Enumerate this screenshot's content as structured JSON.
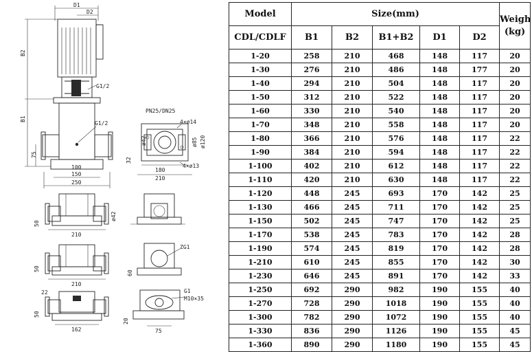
{
  "drawing_labels": {
    "d1": "D1",
    "d2": "D2",
    "b2": "B2",
    "b1": "B1",
    "g12_top": "G1/2",
    "g12_mid": "G1/2",
    "d75": "75",
    "d100": "100",
    "d150": "150",
    "d250": "250",
    "pn": "PN25/DN25",
    "holes14": "4×ø14",
    "holes13": "4×ø13",
    "phi42": "ø42",
    "phi85": "ø85",
    "phi120": "ø120",
    "d32": "32",
    "d180": "180",
    "d210a": "210",
    "s2_50": "50",
    "s2_210": "210",
    "s2_phi42": "ø42",
    "s3_50": "50",
    "s3_210": "210",
    "zg1": "ZG1",
    "s3_60": "60",
    "s4_22": "22",
    "s4_50": "50",
    "s4_162": "162",
    "g1": "G1",
    "m10": "M10×35",
    "s4_20": "20",
    "s4_75": "75"
  },
  "table": {
    "headers": {
      "model": "Model",
      "size": "Size(mm)",
      "weight": "Weight",
      "weight_unit": "(kg)",
      "series": "CDL/CDLF",
      "b1": "B1",
      "b2": "B2",
      "b1b2": "B1+B2",
      "d1": "D1",
      "d2": "D2"
    },
    "rows": [
      [
        "1-20",
        "258",
        "210",
        "468",
        "148",
        "117",
        "20"
      ],
      [
        "1-30",
        "276",
        "210",
        "486",
        "148",
        "177",
        "20"
      ],
      [
        "1-40",
        "294",
        "210",
        "504",
        "148",
        "117",
        "20"
      ],
      [
        "1-50",
        "312",
        "210",
        "522",
        "148",
        "117",
        "20"
      ],
      [
        "1-60",
        "330",
        "210",
        "540",
        "148",
        "117",
        "20"
      ],
      [
        "1-70",
        "348",
        "210",
        "558",
        "148",
        "117",
        "20"
      ],
      [
        "1-80",
        "366",
        "210",
        "576",
        "148",
        "117",
        "22"
      ],
      [
        "1-90",
        "384",
        "210",
        "594",
        "148",
        "117",
        "22"
      ],
      [
        "1-100",
        "402",
        "210",
        "612",
        "148",
        "117",
        "22"
      ],
      [
        "1-110",
        "420",
        "210",
        "630",
        "148",
        "117",
        "22"
      ],
      [
        "1-120",
        "448",
        "245",
        "693",
        "170",
        "142",
        "25"
      ],
      [
        "1-130",
        "466",
        "245",
        "711",
        "170",
        "142",
        "25"
      ],
      [
        "1-150",
        "502",
        "245",
        "747",
        "170",
        "142",
        "25"
      ],
      [
        "1-170",
        "538",
        "245",
        "783",
        "170",
        "142",
        "28"
      ],
      [
        "1-190",
        "574",
        "245",
        "819",
        "170",
        "142",
        "28"
      ],
      [
        "1-210",
        "610",
        "245",
        "855",
        "170",
        "142",
        "30"
      ],
      [
        "1-230",
        "646",
        "245",
        "891",
        "170",
        "142",
        "33"
      ],
      [
        "1-250",
        "692",
        "290",
        "982",
        "190",
        "155",
        "40"
      ],
      [
        "1-270",
        "728",
        "290",
        "1018",
        "190",
        "155",
        "40"
      ],
      [
        "1-300",
        "782",
        "290",
        "1072",
        "190",
        "155",
        "40"
      ],
      [
        "1-330",
        "836",
        "290",
        "1126",
        "190",
        "155",
        "45"
      ],
      [
        "1-360",
        "890",
        "290",
        "1180",
        "190",
        "155",
        "45"
      ]
    ]
  }
}
